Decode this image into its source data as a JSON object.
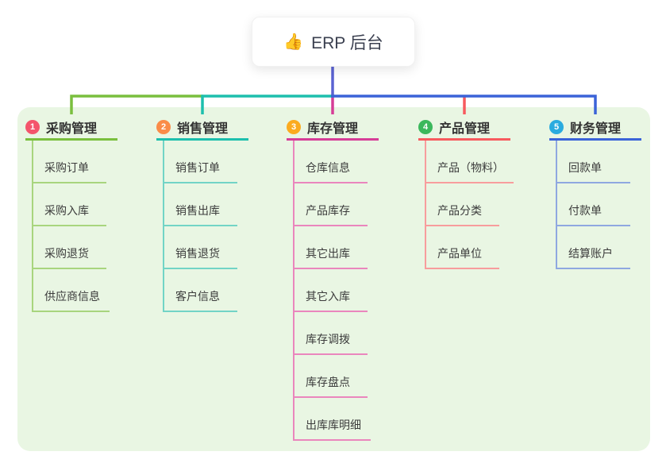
{
  "root": {
    "icon": "👍",
    "label": "ERP 后台",
    "line_color": "#5a62d2"
  },
  "panel": {
    "background": "#e9f6e3"
  },
  "branches": [
    {
      "badge": "1",
      "label": "采购管理",
      "badge_color": "#f4556c",
      "line_color": "#7abf3e",
      "child_line_color": "#a8d57e",
      "children": [
        "采购订单",
        "采购入库",
        "采购退货",
        "供应商信息"
      ]
    },
    {
      "badge": "2",
      "label": "销售管理",
      "badge_color": "#fa8c48",
      "line_color": "#1dbfad",
      "child_line_color": "#72d4c6",
      "children": [
        "销售订单",
        "销售出库",
        "销售退货",
        "客户信息"
      ]
    },
    {
      "badge": "3",
      "label": "库存管理",
      "badge_color": "#fbab1f",
      "line_color": "#d63d97",
      "child_line_color": "#ea86bd",
      "children": [
        "仓库信息",
        "产品库存",
        "其它出库",
        "其它入库",
        "库存调拨",
        "库存盘点",
        "出库库明细"
      ]
    },
    {
      "badge": "4",
      "label": "产品管理",
      "badge_color": "#3bb85c",
      "line_color": "#f75a5e",
      "child_line_color": "#f89d9d",
      "children": [
        "产品（物料）",
        "产品分类",
        "产品单位"
      ]
    },
    {
      "badge": "5",
      "label": "财务管理",
      "badge_color": "#2aabdf",
      "line_color": "#3b63d8",
      "child_line_color": "#8fa8e0",
      "children": [
        "回款单",
        "付款单",
        "结算账户"
      ]
    }
  ]
}
